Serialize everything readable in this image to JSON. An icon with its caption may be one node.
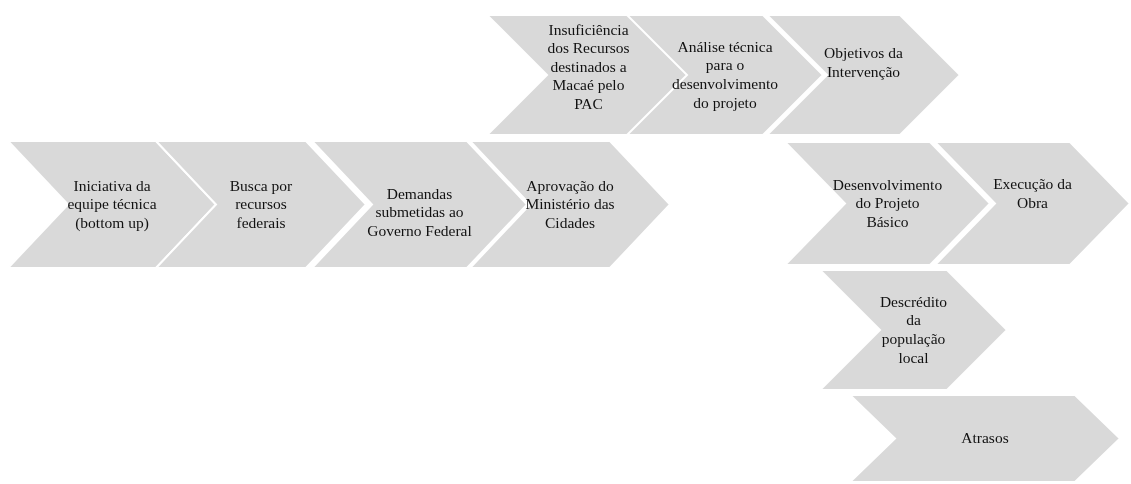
{
  "diagram": {
    "nodes": [
      {
        "text": [
          "Insuficiência dos Recursos destinados a Macaé pelo PAC"
        ]
      },
      {
        "text": [
          "Análise técnica para o desenvolvimento do projeto"
        ]
      },
      {
        "text": [
          "Objetivos da Intervenção"
        ]
      },
      {
        "text": [
          "Iniciativa da equipe técnica (bottom up)"
        ]
      },
      {
        "text": [
          "Busca por recursos federais"
        ]
      },
      {
        "text": [
          "Demandas submetidas ao Governo Federal"
        ]
      },
      {
        "text": [
          "Aprovação do Ministério das Cidades"
        ]
      },
      {
        "text": [
          "Desenvolvimento do Projeto Básico"
        ]
      },
      {
        "text": [
          "Execução da Obra"
        ]
      },
      {
        "text": [
          "Descrédito da população local"
        ]
      },
      {
        "text": [
          "Atrasos"
        ]
      }
    ]
  }
}
